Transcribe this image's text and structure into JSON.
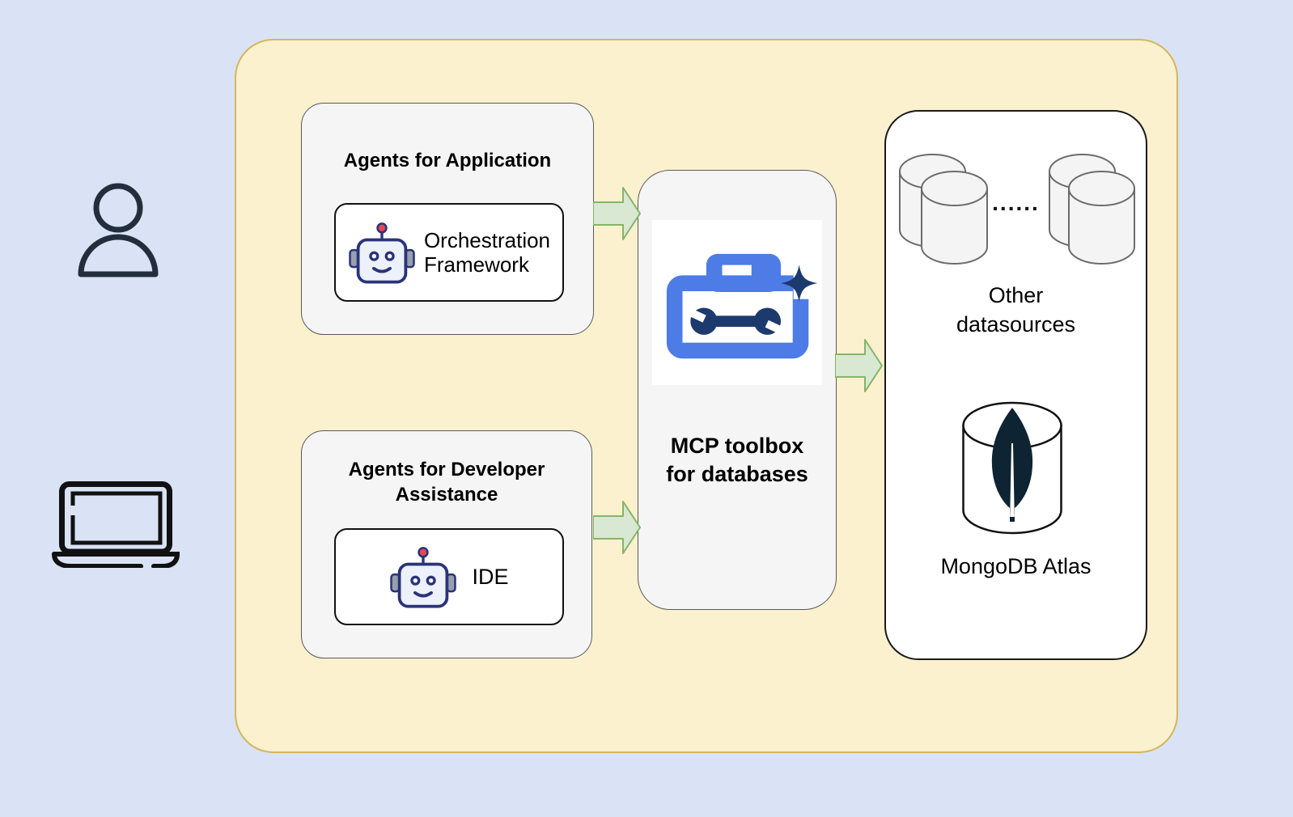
{
  "diagram": {
    "left_icons": {
      "user": "user-person",
      "laptop": "laptop-computer"
    },
    "agents_application": {
      "title": "Agents for Application",
      "component": {
        "line1": "Orchestration",
        "line2": "Framework"
      }
    },
    "agents_developer": {
      "title_line1": "Agents for Developer",
      "title_line2": "Assistance",
      "component": {
        "label": "IDE"
      }
    },
    "mcp_toolbox": {
      "label_line1": "MCP toolbox",
      "label_line2": "for databases"
    },
    "datasources": {
      "ellipsis": "......",
      "other_line1": "Other",
      "other_line2": "datasources",
      "mongodb_label": "MongoDB Atlas"
    },
    "colors": {
      "background": "#d9e3f5",
      "container_fill": "#fbf1ce",
      "container_stroke": "#d4b65e",
      "panel_fill": "#f5f5f5",
      "arrow_fill": "#d8e8d2",
      "arrow_stroke": "#84b567",
      "toolbox_blue": "#4d7ce6",
      "toolbox_navy": "#1d3a6e",
      "mongodb_leaf": "#0e2433",
      "robot_outline": "#2a3379",
      "robot_face": "#edf1fb",
      "robot_ear": "#99a0ad",
      "robot_antenna": "#e8474f",
      "person_stroke": "#232e3d",
      "laptop_stroke": "#111111",
      "cylinder_fill": "#f4f4f4",
      "cylinder_stroke": "#6b6b6b"
    }
  }
}
